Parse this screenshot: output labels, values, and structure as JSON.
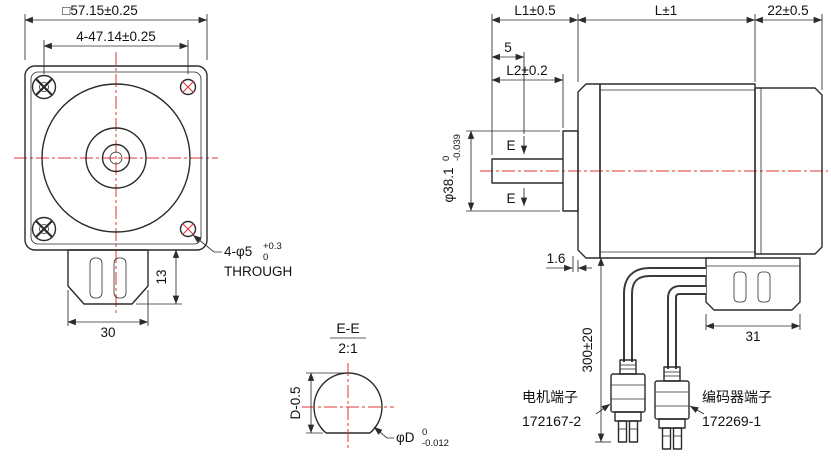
{
  "colors": {
    "line": "#2b2b2b",
    "centerline_red": "#e23434",
    "background": "#ffffff"
  },
  "front_view": {
    "dim_square": "□57.15±0.25",
    "dim_bolt_circle": "4-47.14±0.25",
    "hole_callout": "4-φ5",
    "hole_tol_top": "+0.3",
    "hole_tol_bottom": "0",
    "hole_through": "THROUGH",
    "dim_connector_width": "30",
    "dim_connector_height": "13"
  },
  "section_view": {
    "title": "E-E",
    "scale": "2:1",
    "dim_flat": "D-0.5",
    "dia_callout": "φD",
    "dia_tol_top": "0",
    "dia_tol_bottom": "-0.012"
  },
  "side_view": {
    "dim_l1": "L1±0.5",
    "dim_l": "L±1",
    "dim_rear": "22±0.5",
    "dim_5": "5",
    "dim_l2": "L2±0.2",
    "dim_boss_dia": "φ38.1",
    "boss_tol_top": "0",
    "boss_tol_bottom": "-0.039",
    "section_mark_top": "E",
    "section_mark_bottom": "E",
    "dim_flange": "1.6",
    "dim_cable": "300±20",
    "dim_connector": "31",
    "motor_terminal_label": "电机端子",
    "motor_terminal_part": "172167-2",
    "encoder_terminal_label": "编码器端子",
    "encoder_terminal_part": "172269-1"
  }
}
